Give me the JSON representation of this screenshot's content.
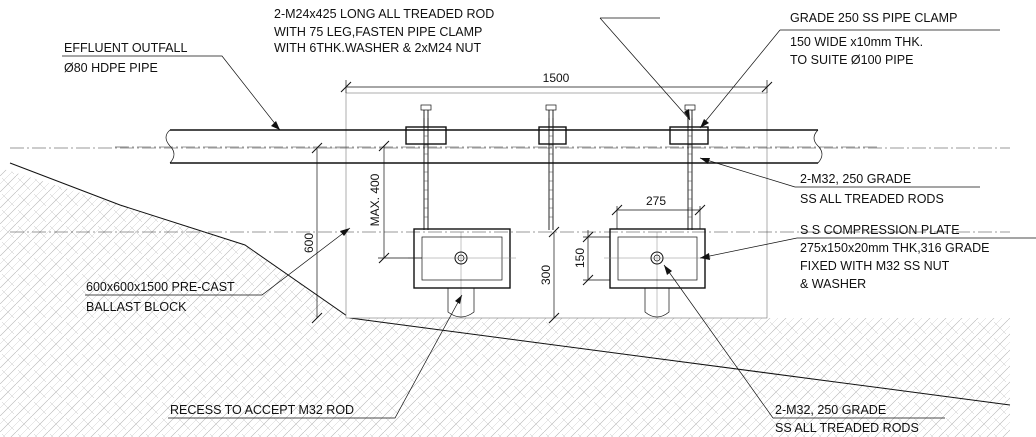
{
  "labels": {
    "outfall_line1": "EFFLUENT OUTFALL",
    "outfall_line2": "Ø80 HDPE PIPE",
    "rod_top_line1": "2-M24x425 LONG  ALL TREADED ROD",
    "rod_top_line2": "WITH 75 LEG,FASTEN PIPE CLAMP",
    "rod_top_line3": "WITH 6THK.WASHER & 2xM24 NUT",
    "clamp_line1": "GRADE 250 SS PIPE CLAMP",
    "clamp_line2": "150 WIDE x10mm THK.",
    "clamp_line3": "TO SUITE Ø100 PIPE",
    "m32_upper_line1": "2-M32, 250 GRADE",
    "m32_upper_line2": "SS ALL TREADED RODS",
    "plate_line1": "S S COMPRESSION PLATE",
    "plate_line2": "275x150x20mm THK,316 GRADE",
    "plate_line3": "FIXED WITH M32 SS NUT",
    "plate_line4": "& WASHER",
    "ballast_line1": "600x600x1500 PRE-CAST",
    "ballast_line2": "BALLAST BLOCK",
    "recess": "RECESS TO ACCEPT M32 ROD",
    "m32_lower_line1": "2-M32, 250 GRADE",
    "m32_lower_line2": "SS ALL TREADED RODS"
  },
  "dimensions": {
    "block_length": "1500",
    "block_height": "600",
    "max_rod": "MAX. 400",
    "recess_depth": "300",
    "plate_width": "275",
    "plate_height": "150"
  }
}
